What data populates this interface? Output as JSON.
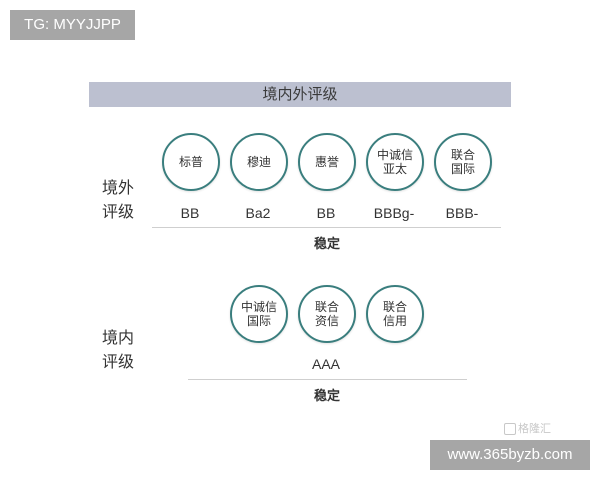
{
  "watermark_top": "TG: MYYJJPP",
  "banner": {
    "title": "境内外评级"
  },
  "overseas": {
    "label_line1": "境外",
    "label_line2": "评级",
    "agencies": [
      {
        "line1": "标普",
        "line2": "",
        "rating": "BB"
      },
      {
        "line1": "穆迪",
        "line2": "",
        "rating": "Ba2"
      },
      {
        "line1": "惠誉",
        "line2": "",
        "rating": "BB"
      },
      {
        "line1": "中诚信",
        "line2": "亚太",
        "rating": "BBBg-"
      },
      {
        "line1": "联合",
        "line2": "国际",
        "rating": "BBB-"
      }
    ],
    "outlook": "稳定"
  },
  "domestic": {
    "label_line1": "境内",
    "label_line2": "评级",
    "agencies": [
      {
        "line1": "中诚信",
        "line2": "国际"
      },
      {
        "line1": "联合",
        "line2": "资信"
      },
      {
        "line1": "联合",
        "line2": "信用"
      }
    ],
    "rating": "AAA",
    "outlook": "稳定"
  },
  "watermark_bottom": {
    "logo_text": "格隆汇",
    "url": "www.365byzb.com"
  },
  "colors": {
    "banner_bg": "#bcc0d0",
    "circle_border": "#3a7e7e",
    "watermark_bg": "#a6a6a6"
  }
}
